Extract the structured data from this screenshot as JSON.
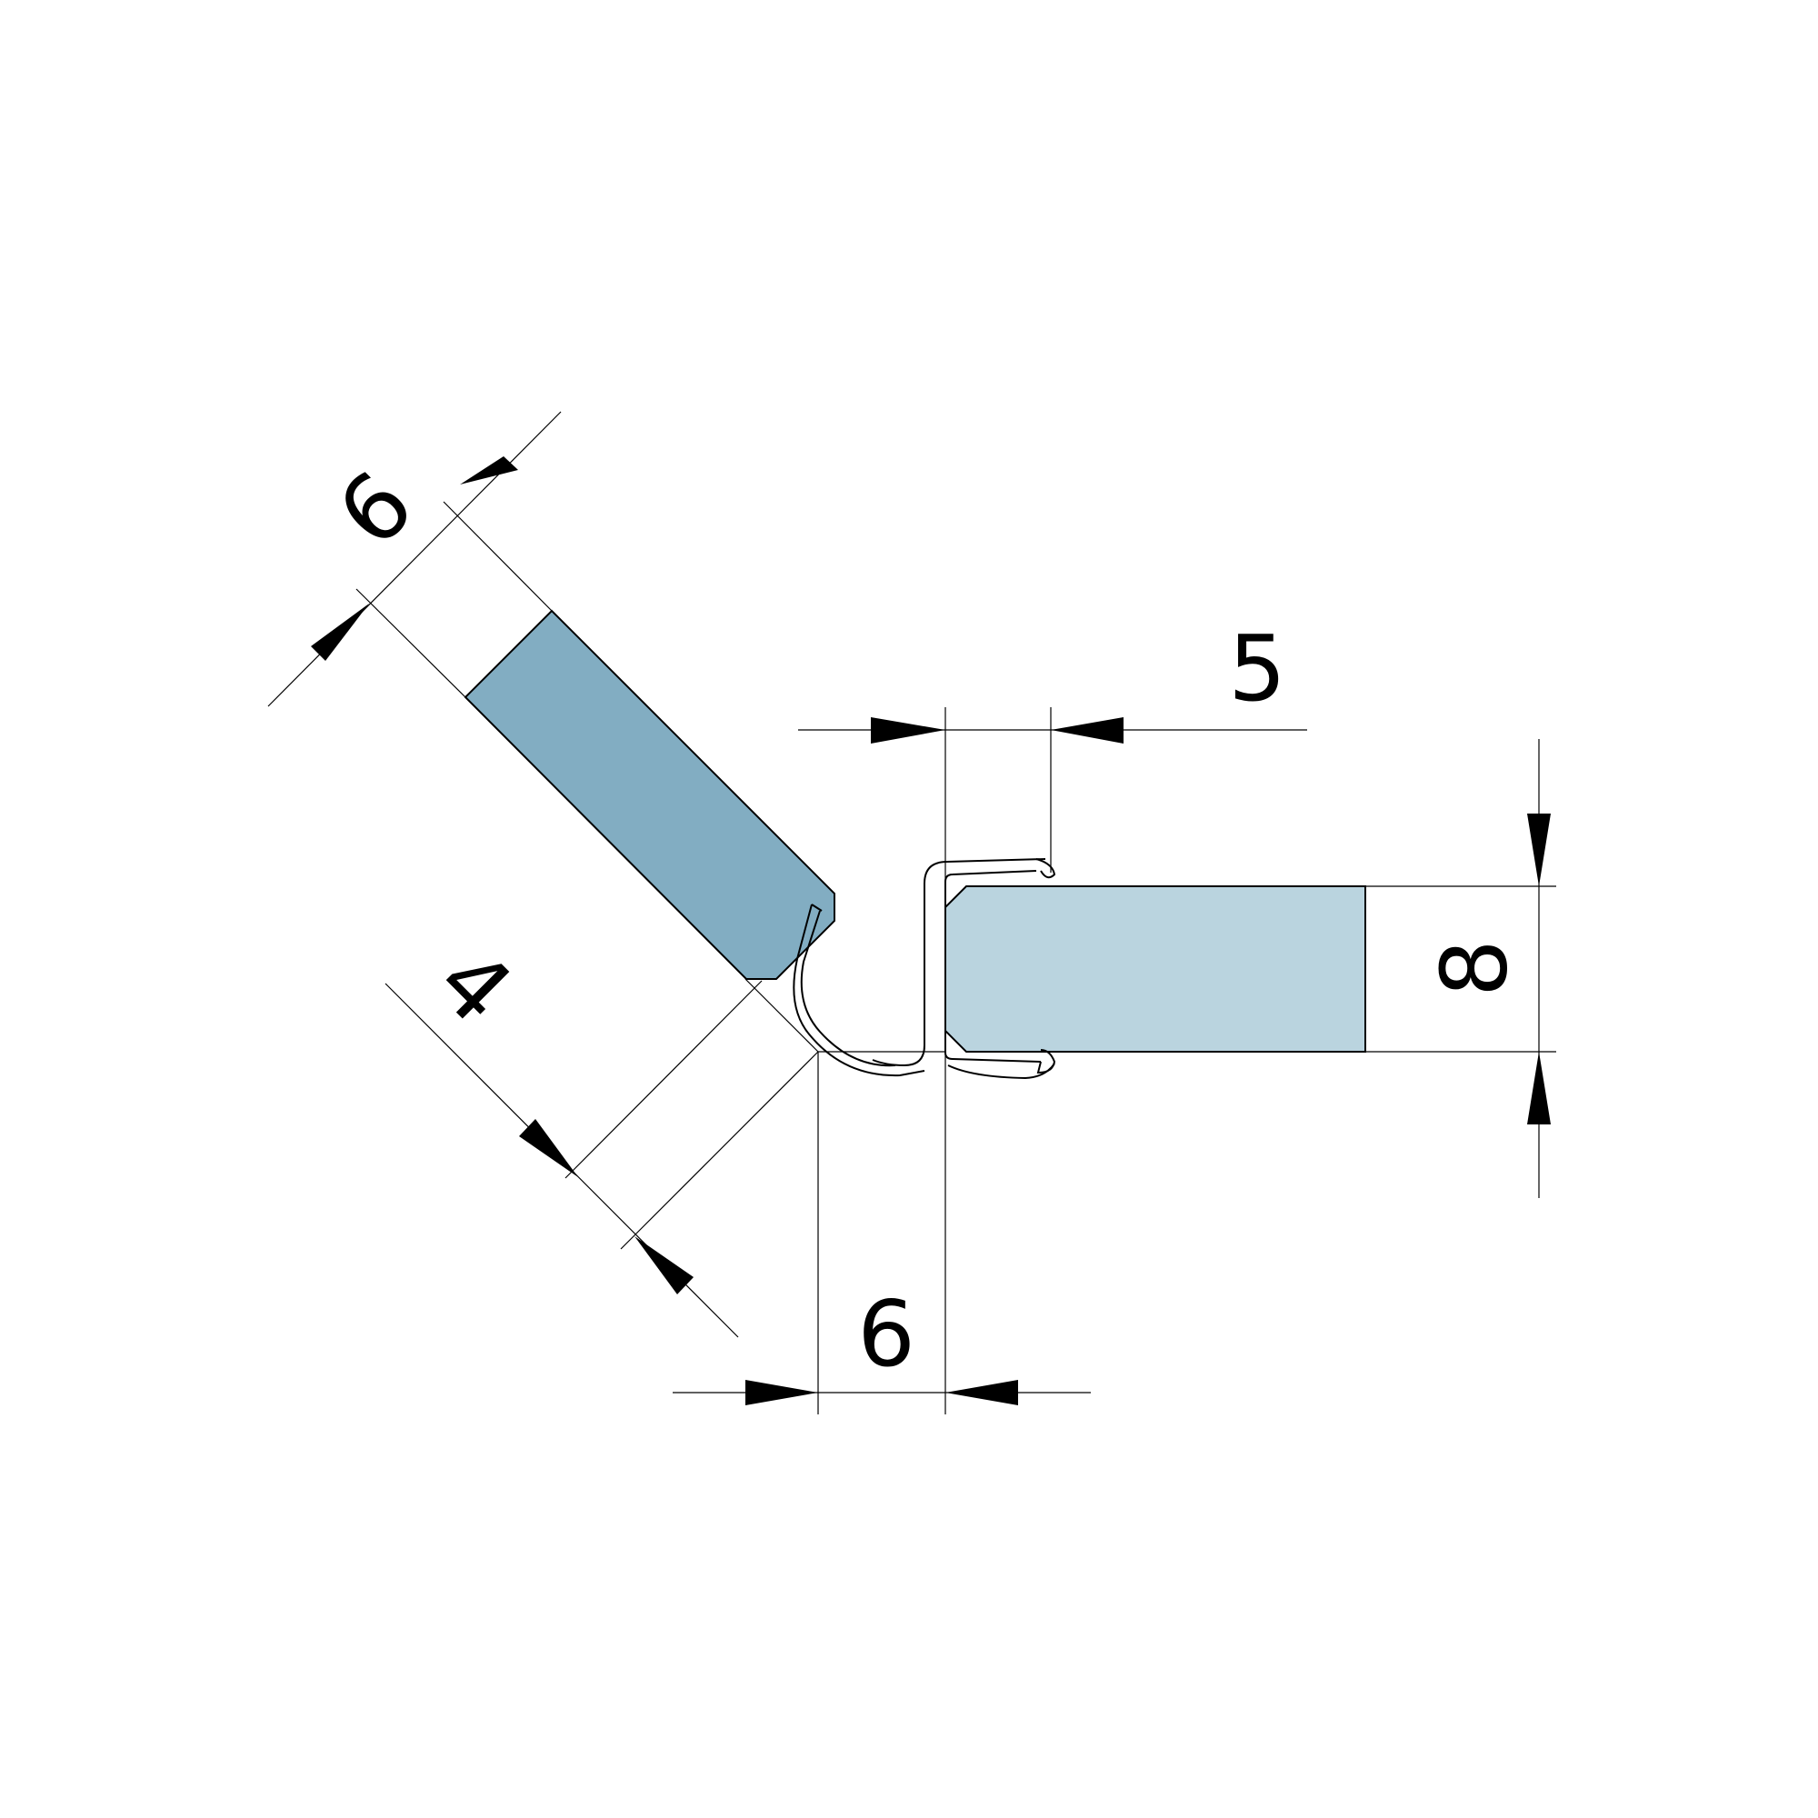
{
  "dimensions": {
    "glass_angled_thickness": "6",
    "glass_straight_clip_depth": "5",
    "glass_straight_thickness": "8",
    "gap_diagonal": "4",
    "offset_bottom": "6"
  },
  "colors": {
    "glass_angled": "#82adc2",
    "glass_straight": "#bad4df",
    "line": "#000000",
    "background": "#ffffff"
  }
}
